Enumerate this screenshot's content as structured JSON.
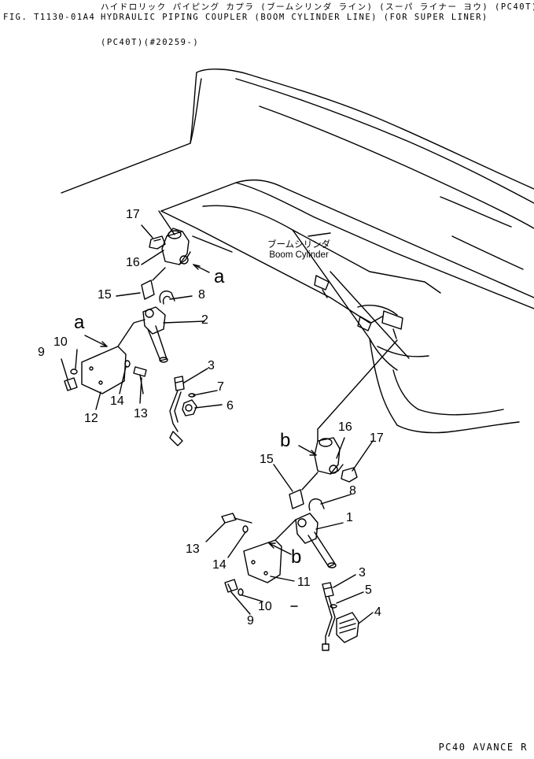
{
  "header": {
    "jp_title": "ハイドロリック パイピング カプラ (ブームシリンダ ライン) (スーパ ライナー ヨウ) (PC40T)",
    "fig_number": "FIG. T1130-01A4",
    "en_title": "HYDRAULIC PIPING COUPLER (BOOM CYLINDER LINE) (FOR SUPER LINER)",
    "model_serial": "(PC40T)(#20259-)"
  },
  "cylinder_label": {
    "jp": "ブームシリンダ",
    "en": "Boom Cylinder"
  },
  "upper_group": {
    "part_numbers": [
      "17",
      "16",
      "15",
      "8",
      "2",
      "10",
      "9",
      "14",
      "12",
      "13",
      "3",
      "7",
      "6"
    ],
    "detail_letters": [
      "a",
      "a"
    ]
  },
  "lower_group": {
    "part_numbers": [
      "16",
      "17",
      "15",
      "8",
      "1",
      "13",
      "14",
      "11",
      "10",
      "9",
      "3",
      "5",
      "4"
    ],
    "detail_letters": [
      "b",
      "b"
    ]
  },
  "footer": {
    "model": "PC40 AVANCE R"
  }
}
